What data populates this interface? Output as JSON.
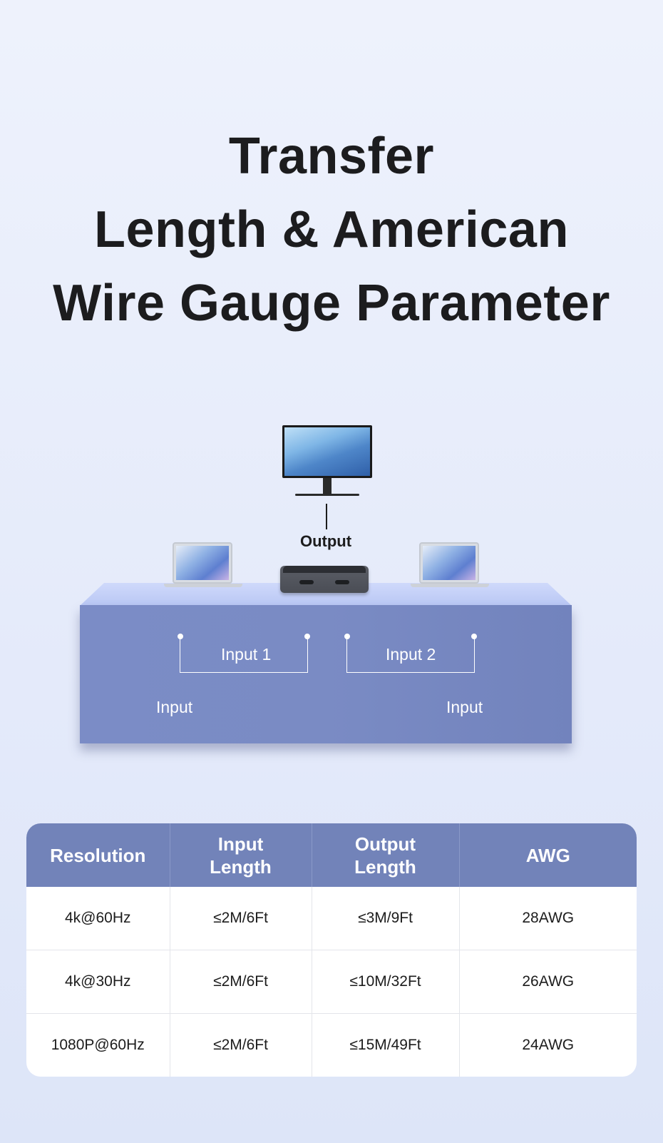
{
  "headline": {
    "line1": "Transfer",
    "line2": "Length & American",
    "line3": "Wire Gauge Parameter"
  },
  "diagram": {
    "output_label": "Output",
    "input1_label": "Input 1",
    "input2_label": "Input 2",
    "left_input_label": "Input",
    "right_input_label": "Input"
  },
  "table": {
    "headers": [
      {
        "line1": "Resolution",
        "line2": ""
      },
      {
        "line1": "Input",
        "line2": "Length"
      },
      {
        "line1": "Output",
        "line2": "Length"
      },
      {
        "line1": "AWG",
        "line2": ""
      }
    ],
    "rows": [
      [
        "4k@60Hz",
        "≤2M/6Ft",
        "≤3M/9Ft",
        "28AWG"
      ],
      [
        "4k@30Hz",
        "≤2M/6Ft",
        "≤10M/32Ft",
        "26AWG"
      ],
      [
        "1080P@60Hz",
        "≤2M/6Ft",
        "≤15M/49Ft",
        "24AWG"
      ]
    ]
  },
  "colors": {
    "header_bg": "#7283b9",
    "stage_front": "#7b8cc6",
    "stage_top": "#c4d0f8",
    "page_bg": "#e8edfb"
  }
}
